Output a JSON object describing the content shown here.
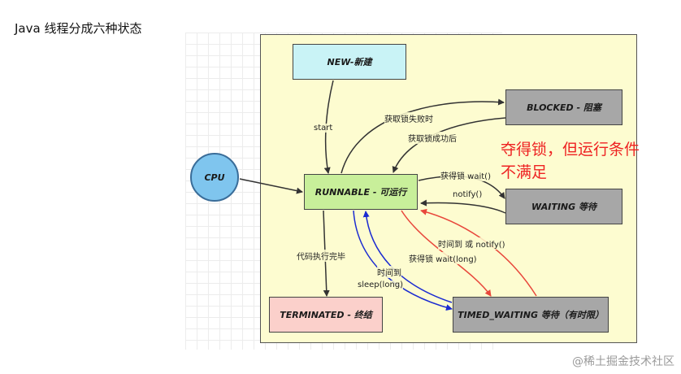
{
  "title": "Java 线程分成六种状态",
  "states": {
    "new": "NEW-新建",
    "blocked": "BLOCKED - 阻塞",
    "runnable": "RUNNABLE - 可运行",
    "waiting": "WAITING 等待",
    "terminated": "TERMINATED - 终结",
    "timed_waiting": "TIMED_WAITING 等待（有时限）"
  },
  "cpu": "CPU",
  "transitions": {
    "start": "start",
    "lock_fail": "获取锁失败时",
    "lock_success": "获取锁成功后",
    "wait": "获得锁 wait()",
    "notify": "notify()",
    "done": "代码执行完毕",
    "time_up_or_notify": "时间到 或 notify()",
    "wait_long": "获得锁 wait(long)",
    "time_up": "时间到",
    "sleep_long": "sleep(long)"
  },
  "annotation": {
    "line1": "夺得锁，但运行条件",
    "line2": "不满足"
  },
  "watermark": "@稀土掘金技术社区",
  "colors": {
    "red_arrow": "#e8473b",
    "blue_arrow": "#1b2bd1",
    "dark_arrow": "#333333",
    "note": "#ee2222"
  }
}
